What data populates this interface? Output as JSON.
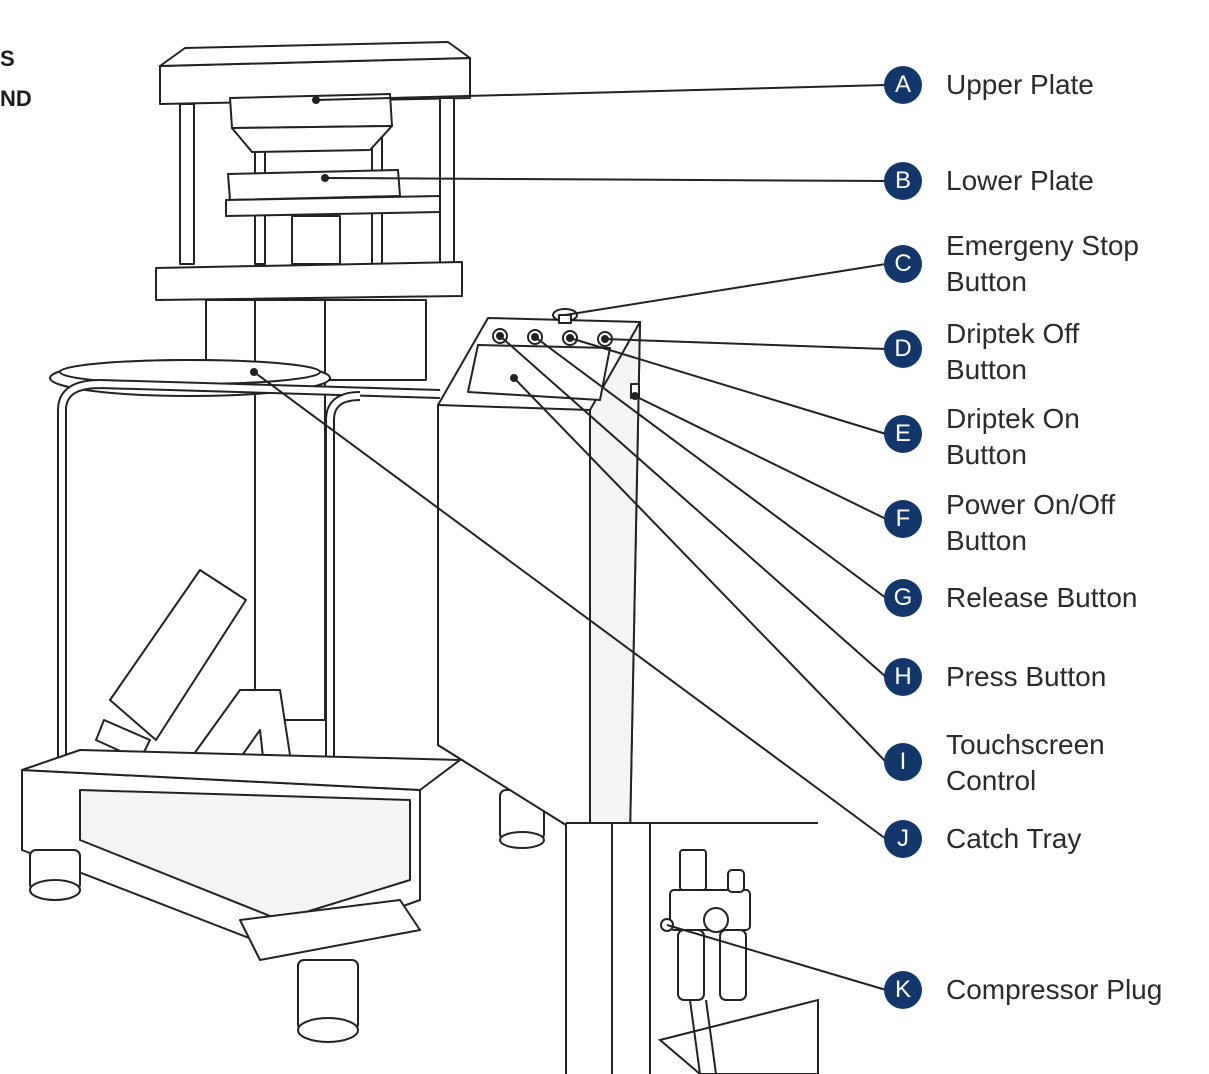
{
  "header_fragment": {
    "line1": "S",
    "line2": "ND"
  },
  "callouts": [
    {
      "letter": "A",
      "label": "Upper Plate"
    },
    {
      "letter": "B",
      "label": "Lower Plate"
    },
    {
      "letter": "C",
      "label": "Emergeny Stop Button"
    },
    {
      "letter": "D",
      "label": "Driptek Off Button"
    },
    {
      "letter": "E",
      "label": "Driptek On Button"
    },
    {
      "letter": "F",
      "label": "Power On/Off Button"
    },
    {
      "letter": "G",
      "label": "Release Button"
    },
    {
      "letter": "H",
      "label": "Press Button"
    },
    {
      "letter": "I",
      "label": "Touchscreen Control"
    },
    {
      "letter": "J",
      "label": "Catch Tray"
    },
    {
      "letter": "K",
      "label": "Compressor Plug"
    }
  ],
  "colors": {
    "marker": "#13376b",
    "line": "#222222",
    "text": "#2b2b2b"
  }
}
